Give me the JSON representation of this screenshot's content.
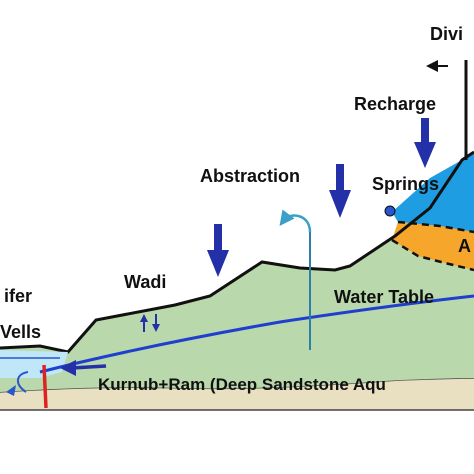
{
  "labels": {
    "divide": "Divi",
    "recharge": "Recharge",
    "springs": "Springs",
    "abstraction": "Abstraction",
    "aquifer_partial": "A",
    "wadi": "Wadi",
    "water_table": "Water Table",
    "aquifer_wells_1": "ifer",
    "aquifer_wells_2": "Vells",
    "kurnub_ram": "Kurnub+Ram (Deep Sandstone Aqu"
  },
  "colors": {
    "ground_green": "#b9d8ab",
    "blue_aquifer": "#1e9de2",
    "orange_layer": "#f6a62b",
    "sand_base": "#e8e0c0",
    "arrow_blue": "#2330a8",
    "water_table_line": "#1f3fcf",
    "well_red": "#dd2222",
    "pool_blue": "#bfe7f8",
    "abstraction_curve": "#3aa0c8"
  }
}
